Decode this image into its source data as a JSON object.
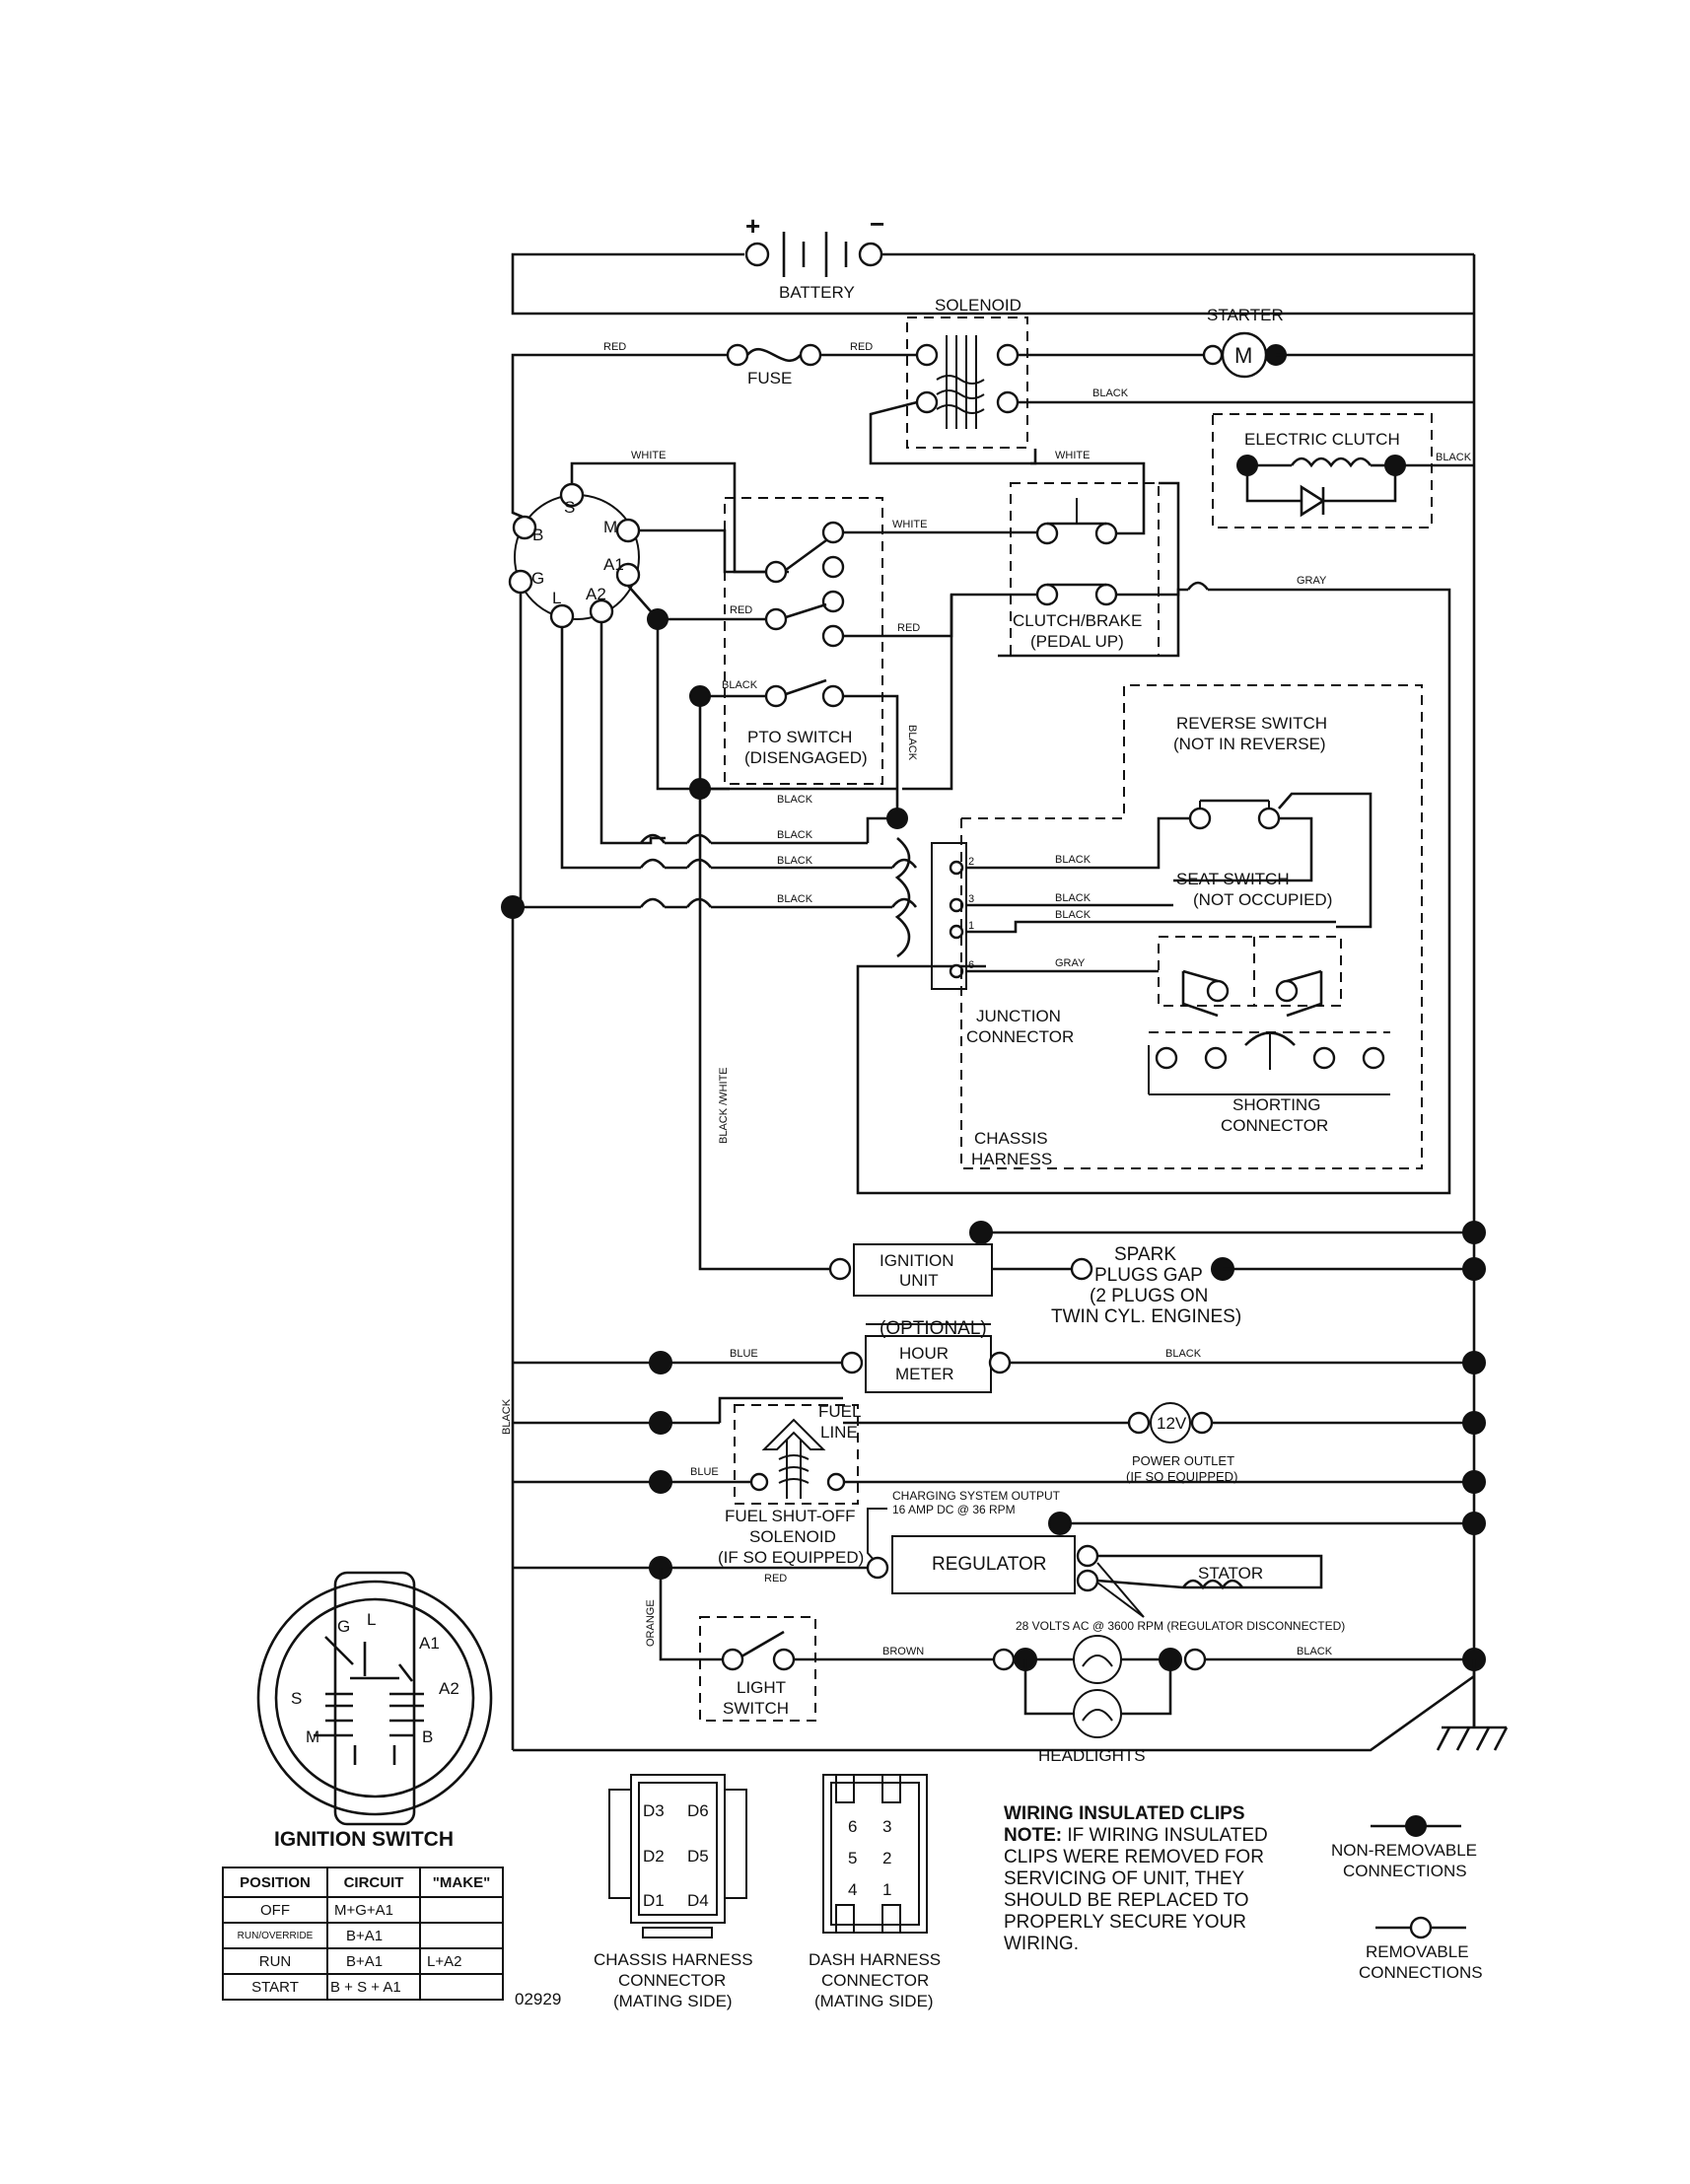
{
  "labels": {
    "battery": "BATTERY",
    "solenoid": "SOLENOID",
    "starter": "STARTER",
    "starter_m": "M",
    "fuse": "FUSE",
    "electric_clutch": "ELECTRIC CLUTCH",
    "clutch_brake_1": "CLUTCH/BRAKE",
    "clutch_brake_2": "(PEDAL UP)",
    "pto_1": "PTO SWITCH",
    "pto_2": "(DISENGAGED)",
    "reverse_1": "REVERSE SWITCH",
    "reverse_2": "(NOT IN REVERSE)",
    "seat_1": "SEAT SWITCH",
    "seat_2": "(NOT OCCUPIED)",
    "junction_1": "JUNCTION",
    "junction_2": "CONNECTOR",
    "shorting_1": "SHORTING",
    "shorting_2": "CONNECTOR",
    "chassis_1": "CHASSIS",
    "chassis_2": "HARNESS",
    "ignition_unit_1": "IGNITION",
    "ignition_unit_2": "UNIT",
    "spark_1": "SPARK",
    "spark_2": "PLUGS GAP",
    "spark_3": "(2 PLUGS ON",
    "spark_4": "TWIN CYL. ENGINES)",
    "optional": "(OPTIONAL)",
    "hour_1": "HOUR",
    "hour_2": "METER",
    "fuel_1": "FUEL",
    "fuel_2": "LINE",
    "v12": "12V",
    "power_1": "POWER OUTLET",
    "power_2": "(IF SO EQUIPPED)",
    "charging_1": "CHARGING SYSTEM OUTPUT",
    "charging_2": "16 AMP DC @ 36 RPM",
    "fuel_sol_1": "FUEL SHUT-OFF",
    "fuel_sol_2": "SOLENOID",
    "fuel_sol_3": "(IF SO EQUIPPED)",
    "regulator": "REGULATOR",
    "stator": "STATOR",
    "volts_ac": "28 VOLTS AC @ 3600 RPM (REGULATOR DISCONNECTED)",
    "light_1": "LIGHT",
    "light_2": "SWITCH",
    "headlights": "HEADLIGHTS",
    "ign_title": "IGNITION SWITCH",
    "chassis_conn_1": "CHASSIS HARNESS",
    "chassis_conn_2": "CONNECTOR",
    "chassis_conn_3": "(MATING SIDE)",
    "dash_conn_1": "DASH HARNESS",
    "dash_conn_2": "CONNECTOR",
    "dash_conn_3": "(MATING SIDE)",
    "clips_title": "WIRING INSULATED CLIPS",
    "clips_note_label": "NOTE:",
    "clips_note_1": " IF WIRING INSULATED",
    "clips_note_2": "CLIPS WERE REMOVED FOR",
    "clips_note_3": "SERVICING OF UNIT, THEY",
    "clips_note_4": "SHOULD BE REPLACED TO",
    "clips_note_5": "PROPERLY SECURE YOUR",
    "clips_note_6": "WIRING.",
    "nonrem_1": "NON-REMOVABLE",
    "nonrem_2": "CONNECTIONS",
    "rem_1": "REMOVABLE",
    "rem_2": "CONNECTIONS",
    "diagram_no": "02929"
  },
  "wires": {
    "red": "RED",
    "black": "BLACK",
    "white": "WHITE",
    "gray": "GRAY",
    "blue": "BLUE",
    "brown": "BROWN",
    "orange": "ORANGE",
    "black_white": "BLACK /WHITE"
  },
  "ignition_terminals": [
    "S",
    "M",
    "B",
    "G",
    "L",
    "A1",
    "A2"
  ],
  "switch_face_terminals": [
    "G",
    "L",
    "A1",
    "A2",
    "S",
    "M",
    "B"
  ],
  "junction_pins": [
    "2",
    "3",
    "1",
    "6"
  ],
  "chassis_pins": [
    "D3",
    "D6",
    "D2",
    "D5",
    "D1",
    "D4"
  ],
  "dash_pins": [
    "6",
    "3",
    "5",
    "2",
    "4",
    "1"
  ],
  "ignition_table": {
    "headers": [
      "POSITION",
      "CIRCUIT",
      "\"MAKE\""
    ],
    "rows": [
      {
        "position": "OFF",
        "circuit": "M+G+A1",
        "make": ""
      },
      {
        "position": "RUN/OVERRIDE",
        "circuit": "B+A1",
        "make": ""
      },
      {
        "position": "RUN",
        "circuit": "B+A1",
        "make": "L+A2"
      },
      {
        "position": "START",
        "circuit": "B + S + A1",
        "make": ""
      }
    ]
  }
}
